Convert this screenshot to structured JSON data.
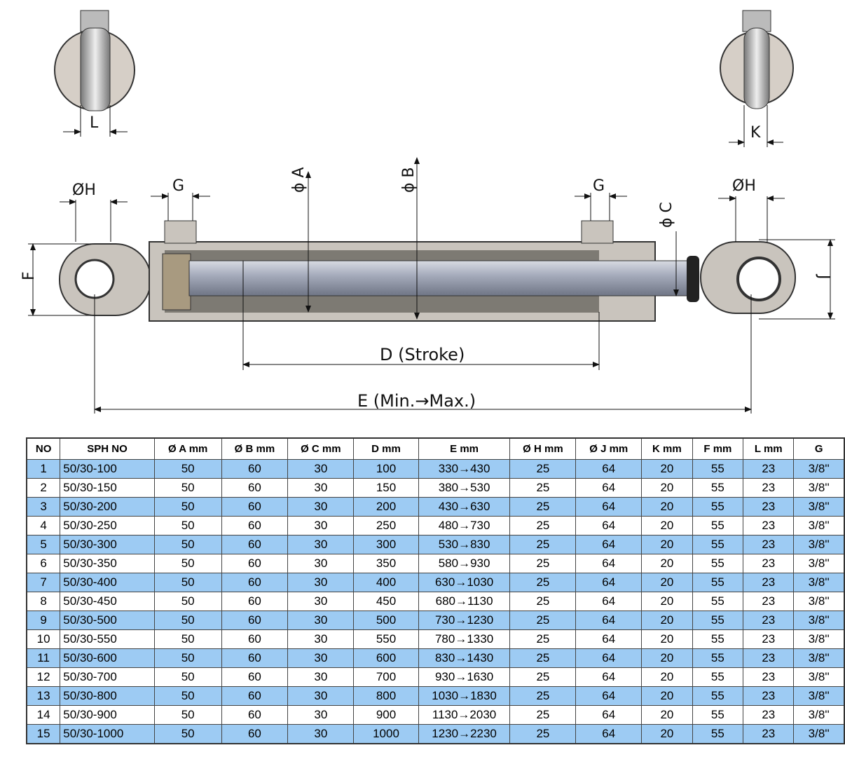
{
  "diagram": {
    "labels": {
      "L": "L",
      "K": "K",
      "H_left": "ØH",
      "G_left": "G",
      "A": "ϕ A",
      "B": "ϕ B",
      "G_right": "G",
      "C": "ϕ C",
      "H_right": "ØH",
      "F": "F",
      "J": "J",
      "D": "D (Stroke)",
      "E": "E (Min.→Max.)"
    }
  },
  "table": {
    "headers": [
      "NO",
      "SPH NO",
      "Ø A mm",
      "Ø B mm",
      "Ø C mm",
      "D mm",
      "E mm",
      "Ø H mm",
      "Ø J mm",
      "K mm",
      "F mm",
      "L mm",
      "G"
    ],
    "rows": [
      [
        "1",
        "50/30-100",
        "50",
        "60",
        "30",
        "100",
        "330→430",
        "25",
        "64",
        "20",
        "55",
        "23",
        "3/8''"
      ],
      [
        "2",
        "50/30-150",
        "50",
        "60",
        "30",
        "150",
        "380→530",
        "25",
        "64",
        "20",
        "55",
        "23",
        "3/8''"
      ],
      [
        "3",
        "50/30-200",
        "50",
        "60",
        "30",
        "200",
        "430→630",
        "25",
        "64",
        "20",
        "55",
        "23",
        "3/8''"
      ],
      [
        "4",
        "50/30-250",
        "50",
        "60",
        "30",
        "250",
        "480→730",
        "25",
        "64",
        "20",
        "55",
        "23",
        "3/8''"
      ],
      [
        "5",
        "50/30-300",
        "50",
        "60",
        "30",
        "300",
        "530→830",
        "25",
        "64",
        "20",
        "55",
        "23",
        "3/8''"
      ],
      [
        "6",
        "50/30-350",
        "50",
        "60",
        "30",
        "350",
        "580→930",
        "25",
        "64",
        "20",
        "55",
        "23",
        "3/8''"
      ],
      [
        "7",
        "50/30-400",
        "50",
        "60",
        "30",
        "400",
        "630→1030",
        "25",
        "64",
        "20",
        "55",
        "23",
        "3/8''"
      ],
      [
        "8",
        "50/30-450",
        "50",
        "60",
        "30",
        "450",
        "680→1130",
        "25",
        "64",
        "20",
        "55",
        "23",
        "3/8''"
      ],
      [
        "9",
        "50/30-500",
        "50",
        "60",
        "30",
        "500",
        "730→1230",
        "25",
        "64",
        "20",
        "55",
        "23",
        "3/8''"
      ],
      [
        "10",
        "50/30-550",
        "50",
        "60",
        "30",
        "550",
        "780→1330",
        "25",
        "64",
        "20",
        "55",
        "23",
        "3/8''"
      ],
      [
        "11",
        "50/30-600",
        "50",
        "60",
        "30",
        "600",
        "830→1430",
        "25",
        "64",
        "20",
        "55",
        "23",
        "3/8''"
      ],
      [
        "12",
        "50/30-700",
        "50",
        "60",
        "30",
        "700",
        "930→1630",
        "25",
        "64",
        "20",
        "55",
        "23",
        "3/8''"
      ],
      [
        "13",
        "50/30-800",
        "50",
        "60",
        "30",
        "800",
        "1030→1830",
        "25",
        "64",
        "20",
        "55",
        "23",
        "3/8''"
      ],
      [
        "14",
        "50/30-900",
        "50",
        "60",
        "30",
        "900",
        "1130→2030",
        "25",
        "64",
        "20",
        "55",
        "23",
        "3/8''"
      ],
      [
        "15",
        "50/30-1000",
        "50",
        "60",
        "30",
        "1000",
        "1230→2230",
        "25",
        "64",
        "20",
        "55",
        "23",
        "3/8''"
      ]
    ]
  },
  "colors": {
    "row_highlight": "#9dcbf3"
  }
}
